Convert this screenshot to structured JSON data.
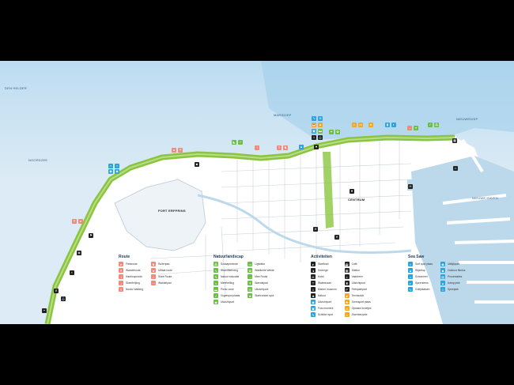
{
  "map": {
    "place_labels": {
      "den_helder": "DEN HELDER",
      "fort_erfprins": "FORT ERFPRINS",
      "centrum": "CENTRUM",
      "marsdiep": "MARSDIEP",
      "noordzee": "NOORDZEE",
      "nieuwediep": "NIEUWEDIEP",
      "nieuwe_haven": "NIEUWE HAVEN"
    },
    "colors": {
      "sea": "#dcebf5",
      "sea_top": "#3aa7e0",
      "land": "#ffffff",
      "streets": "#c7d2dc",
      "green_route": "#8bc53f",
      "harbour_water": "#bcd9ec",
      "black_bar": "#000000",
      "route_icon": "#f08a7a",
      "nature_icon": "#6cbf45",
      "activity_icon": "#222222",
      "activity_alt_icon": "#f5a623",
      "seasaw_icon": "#2ca3dd"
    }
  },
  "legend": {
    "route": {
      "title": "Route",
      "col1": [
        "Fietsroute",
        "Wandelroute",
        "Hardlooproute",
        "Skee/Inlijing",
        "Nordic Walking"
      ],
      "col2": [
        "Ruiterpad",
        "Uitlaat route",
        "Skee Route",
        "Wandelpad"
      ]
    },
    "natuur": {
      "title": "Natuurlandscap",
      "col1": [
        "Schaaprivierde",
        "Strandbeleving",
        "Natuur educatie",
        "Meerbelling",
        "Picnic zone",
        "Vogelspot plaats",
        "Uitzichtpunt"
      ],
      "col2": [
        "Ligwieke",
        "Wadlichte Weide",
        "Mee Route",
        "Wandelpad",
        "Uitzichtpunt",
        "Startvonder spot"
      ]
    },
    "activiteiten": {
      "title": "Activiteiten",
      "col1": [
        "Startfoort",
        "Horenge",
        "Hotel",
        "Waterkraan",
        "Marine museum",
        "Natuur",
        "Uitzichtpunt",
        "Foto moment",
        "Schilder spot"
      ],
      "col2": [
        "Café",
        "Station",
        "Vaarleren",
        "Uitzichtpunt",
        "Fietsparkpart",
        "Tennisclub",
        "Toerssport plaas",
        "Opstand kroeljes",
        "Zwembruyste"
      ]
    },
    "seasaw": {
      "title": "Sea Saw",
      "col1": [
        "Surf spot plaas",
        "Wijzetop",
        "Schommel",
        "Speendens",
        "Golfplaatsen"
      ],
      "col2": [
        "Uitkijkpunt",
        "Outdoor fitness",
        "Procentaties",
        "Kamp plek",
        "Speeplak"
      ]
    }
  }
}
